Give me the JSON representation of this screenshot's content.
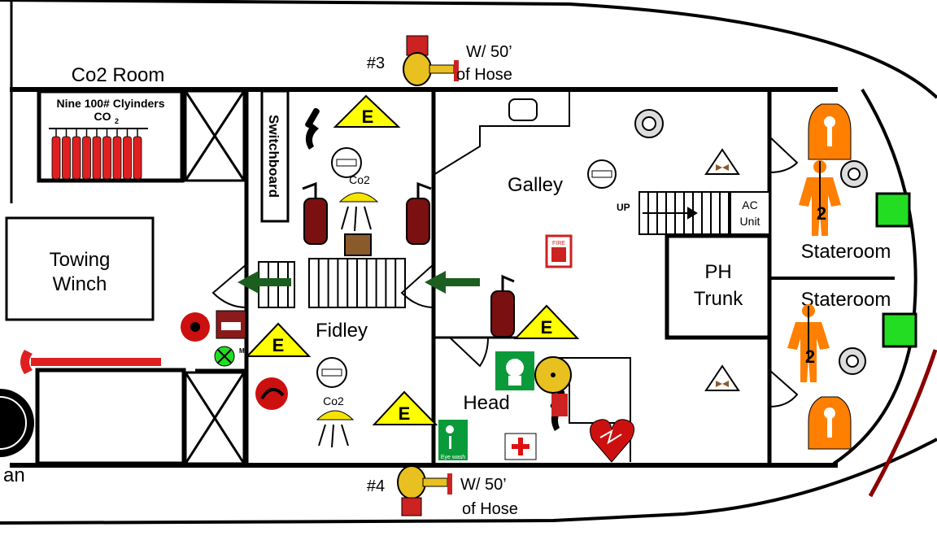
{
  "rooms": {
    "co2_room": "Co2 Room",
    "towing_winch_line1": "Towing",
    "towing_winch_line2": "Winch",
    "fidley": "Fidley",
    "galley": "Galley",
    "head": "Head",
    "ph_trunk_line1": "PH",
    "ph_trunk_line2": "Trunk",
    "stateroom_upper": "Stateroom",
    "stateroom_lower": "Stateroom",
    "switchboard": "Switchboard",
    "ac_unit_line1": "AC",
    "ac_unit_line2": "Unit",
    "partial_label": "an"
  },
  "hoses": {
    "top_id": "#3",
    "top_line1": "W/ 50’",
    "top_line2": "of Hose",
    "bottom_id": "#4",
    "bottom_line1": "W/ 50’",
    "bottom_line2": "of Hose"
  },
  "co2_system": {
    "cylinders_label": "Nine 100# Clyinders",
    "gas_label": "CO",
    "gas_subscript": "2",
    "cylinder_count": 9,
    "nozzle_label_fidley_top": "Co2",
    "nozzle_label_fidley_bottom": "Co2"
  },
  "markers": {
    "exit_letter": "E",
    "stair_label": "UP",
    "lifejacket_count_upper": "2",
    "lifejacket_count_lower": "2",
    "eye_wash_label": "Eye wash",
    "fire_station_label": "FIRE",
    "pull_station_letter": "M"
  },
  "colors": {
    "wall": "#000000",
    "exit_sign": "#ffff00",
    "exit_arrow": "#1b5e20",
    "extinguisher": "#7a1010",
    "survival_suit": "#ff7f00",
    "emergency_light": "#22dd22",
    "cylinder": "#e02020",
    "eyewash": "#0a9a3a",
    "first_aid_cross": "#e01010",
    "hose_valve": "#e8c020"
  }
}
